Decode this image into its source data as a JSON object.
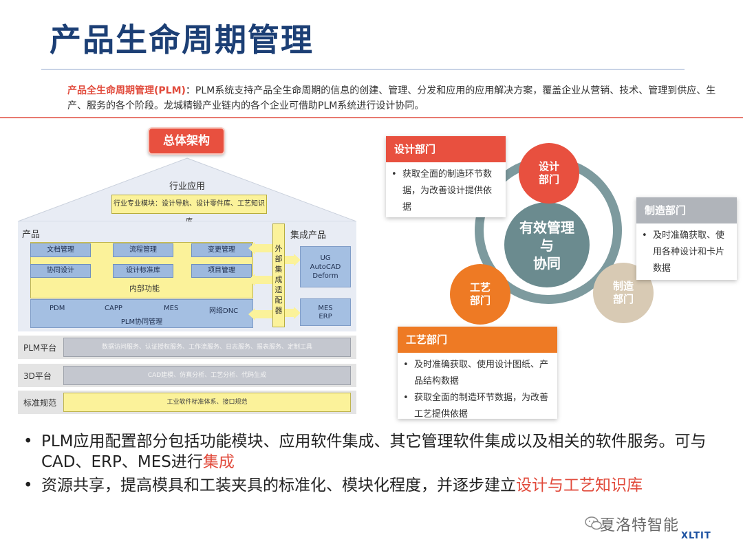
{
  "page": {
    "title": "产品生命周期管理",
    "intro_lead": "产品全生命周期管理(PLM)",
    "intro_text": "：PLM系统支持产品全生命周期的信息的创建、管理、分发和应用的应用解决方案，覆盖企业从营销、技术、管理到供应、生产、服务的各个阶段。龙城精锻产业链内的各个企业可借助PLM系统进行设计协同。"
  },
  "architecture": {
    "title": "总体架构",
    "industry_label": "行业应用",
    "industry_box": "行业专业模块：设计导航、设计零件库、工艺知识库",
    "product_label": "产品",
    "modules": [
      "文档管理",
      "流程管理",
      "变更管理",
      "协同设计",
      "设计标准库",
      "项目管理"
    ],
    "inner_func": "内部功能",
    "band_items": [
      "PDM",
      "CAPP",
      "MES",
      "网络DNC"
    ],
    "collab": "PLM协同管理",
    "adapter": "外部集成适配器",
    "integrated_label": "集成产品",
    "integrated_box1": [
      "UG",
      "AutoCAD",
      "Deform"
    ],
    "integrated_box2": [
      "MES",
      "ERP"
    ],
    "layers": [
      {
        "label": "PLM平台",
        "content": "数据访问服务、认证授权服务、工作流服务、日志服务、报表服务、定制工具"
      },
      {
        "label": "3D平台",
        "content": "CAD建模、仿真分析、工艺分析、代码生成"
      },
      {
        "label": "标准规范",
        "content": "工业软件标准体系、接口规范"
      }
    ]
  },
  "cycle": {
    "center": [
      "有效管理",
      "与",
      "协同"
    ],
    "node_design": [
      "设计",
      "部门"
    ],
    "node_manufacture": [
      "制造",
      "部门"
    ],
    "node_process": [
      "工艺",
      "部门"
    ],
    "card_design": {
      "title": "设计部门",
      "items": [
        "获取全面的制造环节数据，为改善设计提供依据"
      ]
    },
    "card_manufacture": {
      "title": "制造部门",
      "items": [
        "及时准确获取、使用各种设计和卡片数据"
      ]
    },
    "card_process": {
      "title": "工艺部门",
      "items": [
        "及时准确获取、使用设计图纸、产品结构数据",
        "获取全面的制造环节数据，为改善工艺提供依据"
      ]
    }
  },
  "bullets": [
    {
      "text": "PLM应用配置部分包括功能模块、应用软件集成、其它管理软件集成以及相关的软件服务。可与CAD、ERP、MES进行",
      "highlight": "集成"
    },
    {
      "text": "资源共享，提高模具和工装夹具的标准化、模块化程度，并逐步建立",
      "highlight": "设计与工艺知识库"
    }
  ],
  "watermark": "夏洛特智能",
  "logo": "XLTIT",
  "colors": {
    "title": "#1c3f75",
    "accent_red": "#e8503f",
    "accent_orange": "#ee7a24",
    "ring": "#7d9a9e",
    "center": "#6b8b8f",
    "manufacture_head": "#b0b4ba"
  }
}
